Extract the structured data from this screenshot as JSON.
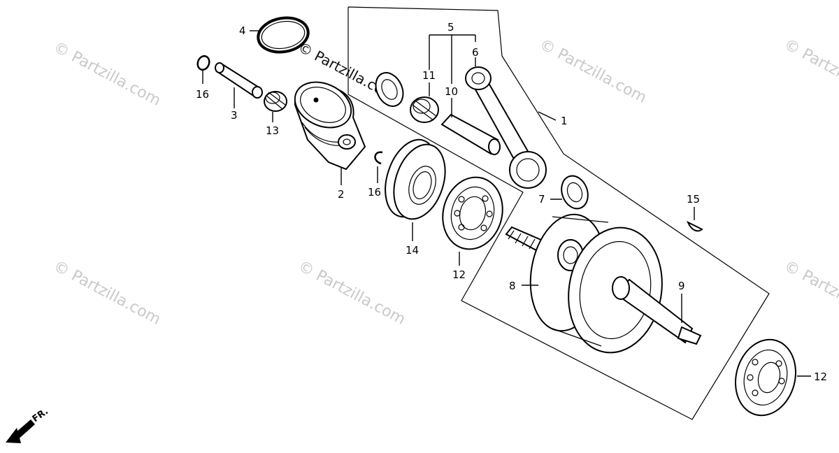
{
  "watermark": "© Partzilla.com",
  "direction_label": "FR.",
  "labels": {
    "p1": "1",
    "p2": "2",
    "p3": "3",
    "p4": "4",
    "p5": "5",
    "p6": "6",
    "p7": "7",
    "p8": "8",
    "p9": "9",
    "p10": "10",
    "p11": "11",
    "p12a": "12",
    "p12b": "12",
    "p13": "13",
    "p14": "14",
    "p15": "15",
    "p16a": "16",
    "p16b": "16"
  }
}
